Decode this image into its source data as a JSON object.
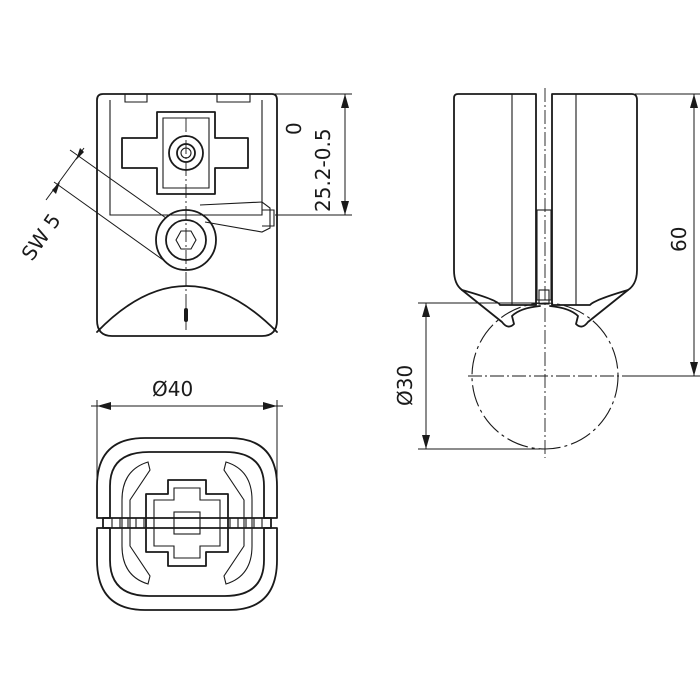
{
  "dimensions": {
    "wrench_size": "SW 5",
    "clamp_range_top": "0",
    "clamp_range_bottom": "25.2-0.5",
    "width_diameter": "Ø40",
    "height": "60",
    "tube_diameter": "Ø30"
  },
  "colors": {
    "line": "#1a1a1a",
    "background": "#ffffff"
  }
}
